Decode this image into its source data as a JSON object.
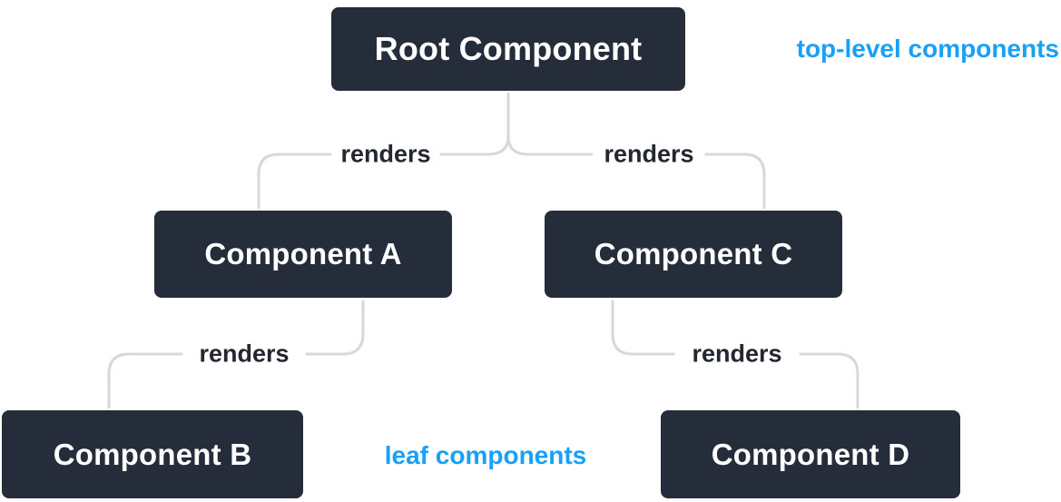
{
  "diagram": {
    "type": "component-render-tree",
    "nodes": {
      "root": {
        "label": "Root Component"
      },
      "a": {
        "label": "Component A"
      },
      "b": {
        "label": "Component B"
      },
      "c": {
        "label": "Component C"
      },
      "d": {
        "label": "Component D"
      }
    },
    "edges": [
      {
        "from": "Root Component",
        "to": "Component A",
        "label": "renders"
      },
      {
        "from": "Root Component",
        "to": "Component C",
        "label": "renders"
      },
      {
        "from": "Component A",
        "to": "Component B",
        "label": "renders"
      },
      {
        "from": "Component C",
        "to": "Component D",
        "label": "renders"
      }
    ],
    "annotations": {
      "top_level": "top-level components",
      "leaf": "leaf components"
    },
    "colors": {
      "node_bg": "#262D3A",
      "node_border": "#ffffff",
      "node_text": "#ffffff",
      "line": "#d4d9de",
      "edge_label_text": "#23272f",
      "annotation": "#18A0FB",
      "background": "#ffffff"
    }
  }
}
